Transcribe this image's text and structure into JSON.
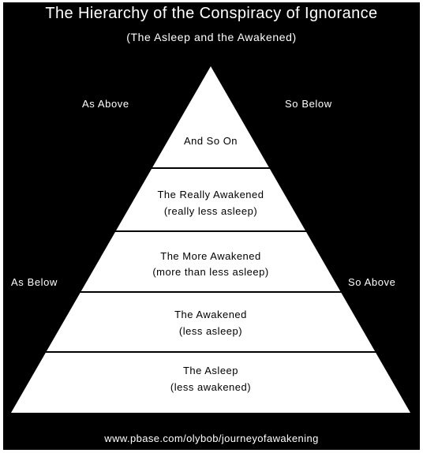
{
  "header": {
    "title": "The Hierarchy of the Conspiracy of Ignorance",
    "subtitle": "(The Asleep and the Awakened)"
  },
  "labels": {
    "top_left": "As Above",
    "top_right": "So Below",
    "mid_left": "As Below",
    "mid_right": "So Above"
  },
  "levels": [
    {
      "line1": "And So On",
      "line2": ""
    },
    {
      "line1": "The Really Awakened",
      "line2": "(really less asleep)"
    },
    {
      "line1": "The More Awakened",
      "line2": "(more than less asleep)"
    },
    {
      "line1": "The Awakened",
      "line2": "(less asleep)"
    },
    {
      "line1": "The Asleep",
      "line2": "(less awakened)"
    }
  ],
  "footer": {
    "url": "www.pbase.com/olybob/journeyofawakening"
  },
  "colors": {
    "background": "#000000",
    "pyramid_fill": "#ffffff",
    "text_on_dark": "#ffffff",
    "text_on_light": "#000000"
  }
}
